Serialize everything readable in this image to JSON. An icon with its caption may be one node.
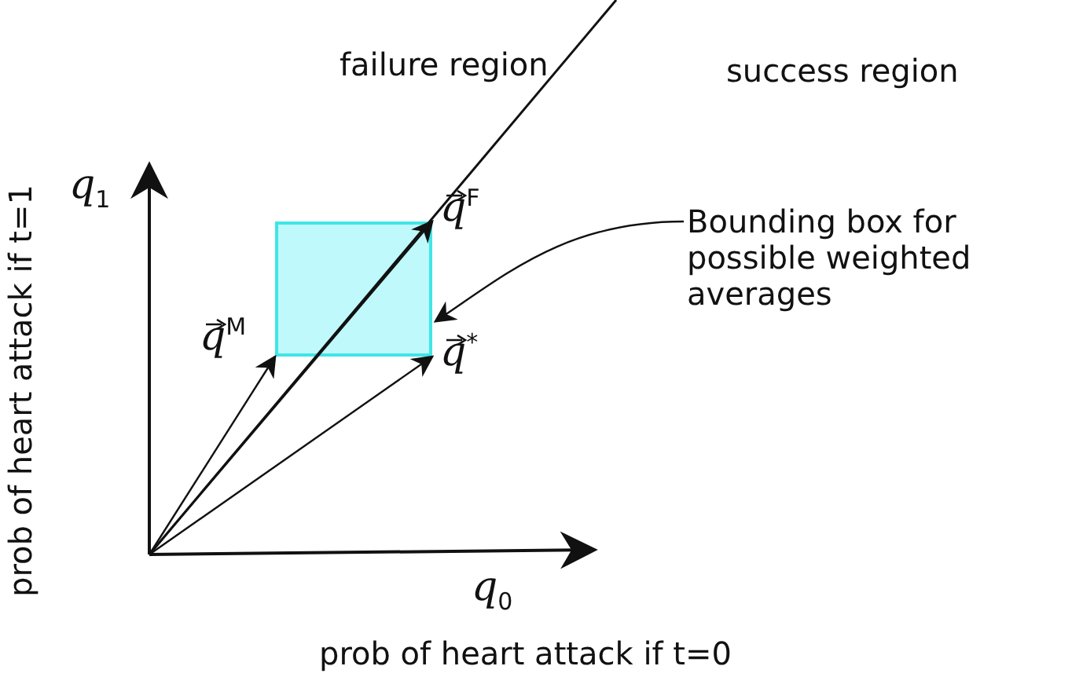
{
  "diagram": {
    "nodes": [
      {
        "text": [
          "Bounding box for possible weighted averages"
        ]
      },
      {
        "text": [],
        "shape": "box"
      }
    ],
    "edges": [
      {
        "from": 0,
        "to": 1,
        "arrow": "to"
      }
    ],
    "labels": [
      "failure region",
      "success region",
      "*q*$_{1}$",
      "*q*$^{F}$",
      "*q*$^{M}$",
      "*q*$^{*}$",
      "prob of heart attack if t=1",
      "*q*$_{0}$",
      "prob of heart attack if t=0"
    ]
  }
}
